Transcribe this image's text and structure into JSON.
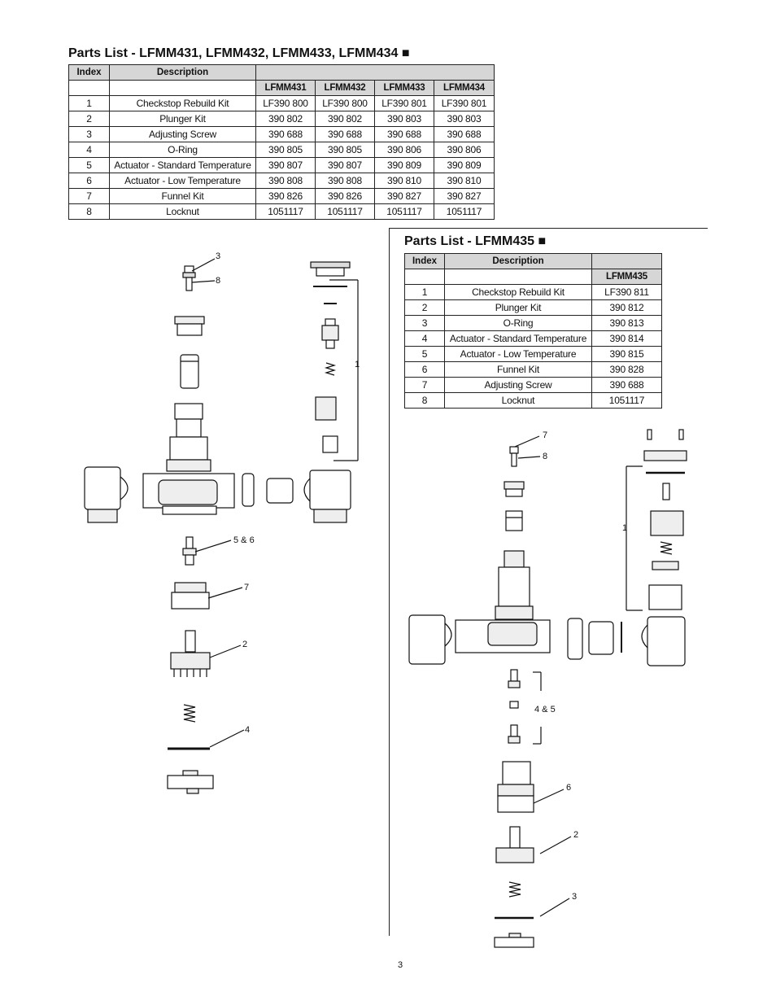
{
  "list1": {
    "title": "Parts List - LFMM431, LFMM432, LFMM433, LFMM434 ■",
    "header": {
      "index": "Index",
      "description": "Description"
    },
    "models": [
      "LFMM431",
      "LFMM432",
      "LFMM433",
      "LFMM434"
    ],
    "rows": [
      {
        "index": "1",
        "description": "Checkstop Rebuild Kit",
        "parts": [
          "LF390 800",
          "LF390 800",
          "LF390 801",
          "LF390 801"
        ]
      },
      {
        "index": "2",
        "description": "Plunger Kit",
        "parts": [
          "390 802",
          "390 802",
          "390 803",
          "390 803"
        ]
      },
      {
        "index": "3",
        "description": "Adjusting Screw",
        "parts": [
          "390 688",
          "390 688",
          "390 688",
          "390 688"
        ]
      },
      {
        "index": "4",
        "description": "O-Ring",
        "parts": [
          "390 805",
          "390 805",
          "390 806",
          "390 806"
        ]
      },
      {
        "index": "5",
        "description": "Actuator - Standard Temperature",
        "parts": [
          "390 807",
          "390 807",
          "390 809",
          "390 809"
        ]
      },
      {
        "index": "6",
        "description": "Actuator - Low Temperature",
        "parts": [
          "390 808",
          "390 808",
          "390 810",
          "390 810"
        ]
      },
      {
        "index": "7",
        "description": "Funnel Kit",
        "parts": [
          "390 826",
          "390 826",
          "390 827",
          "390 827"
        ]
      },
      {
        "index": "8",
        "description": "Locknut",
        "parts": [
          "1051117",
          "1051117",
          "1051117",
          "1051117"
        ]
      }
    ]
  },
  "list2": {
    "title": "Parts List - LFMM435 ■",
    "header": {
      "index": "Index",
      "description": "Description"
    },
    "models": [
      "LFMM435"
    ],
    "rows": [
      {
        "index": "1",
        "description": "Checkstop Rebuild Kit",
        "parts": [
          "LF390 811"
        ]
      },
      {
        "index": "2",
        "description": "Plunger Kit",
        "parts": [
          "390 812"
        ]
      },
      {
        "index": "3",
        "description": "O-Ring",
        "parts": [
          "390 813"
        ]
      },
      {
        "index": "4",
        "description": "Actuator - Standard Temperature",
        "parts": [
          "390 814"
        ]
      },
      {
        "index": "5",
        "description": "Actuator - Low Temperature",
        "parts": [
          "390 815"
        ]
      },
      {
        "index": "6",
        "description": "Funnel Kit",
        "parts": [
          "390 828"
        ]
      },
      {
        "index": "7",
        "description": "Adjusting Screw",
        "parts": [
          "390 688"
        ]
      },
      {
        "index": "8",
        "description": "Locknut",
        "parts": [
          "1051117"
        ]
      }
    ]
  },
  "diagram1": {
    "callouts": {
      "c3": "3",
      "c8": "8",
      "c1": "1",
      "c56": "5 & 6",
      "c7": "7",
      "c2": "2",
      "c4": "4"
    }
  },
  "diagram2": {
    "callouts": {
      "c7": "7",
      "c8": "8",
      "c1": "1",
      "c45": "4 & 5",
      "c6": "6",
      "c2": "2",
      "c3": "3"
    }
  },
  "page_number": "3"
}
